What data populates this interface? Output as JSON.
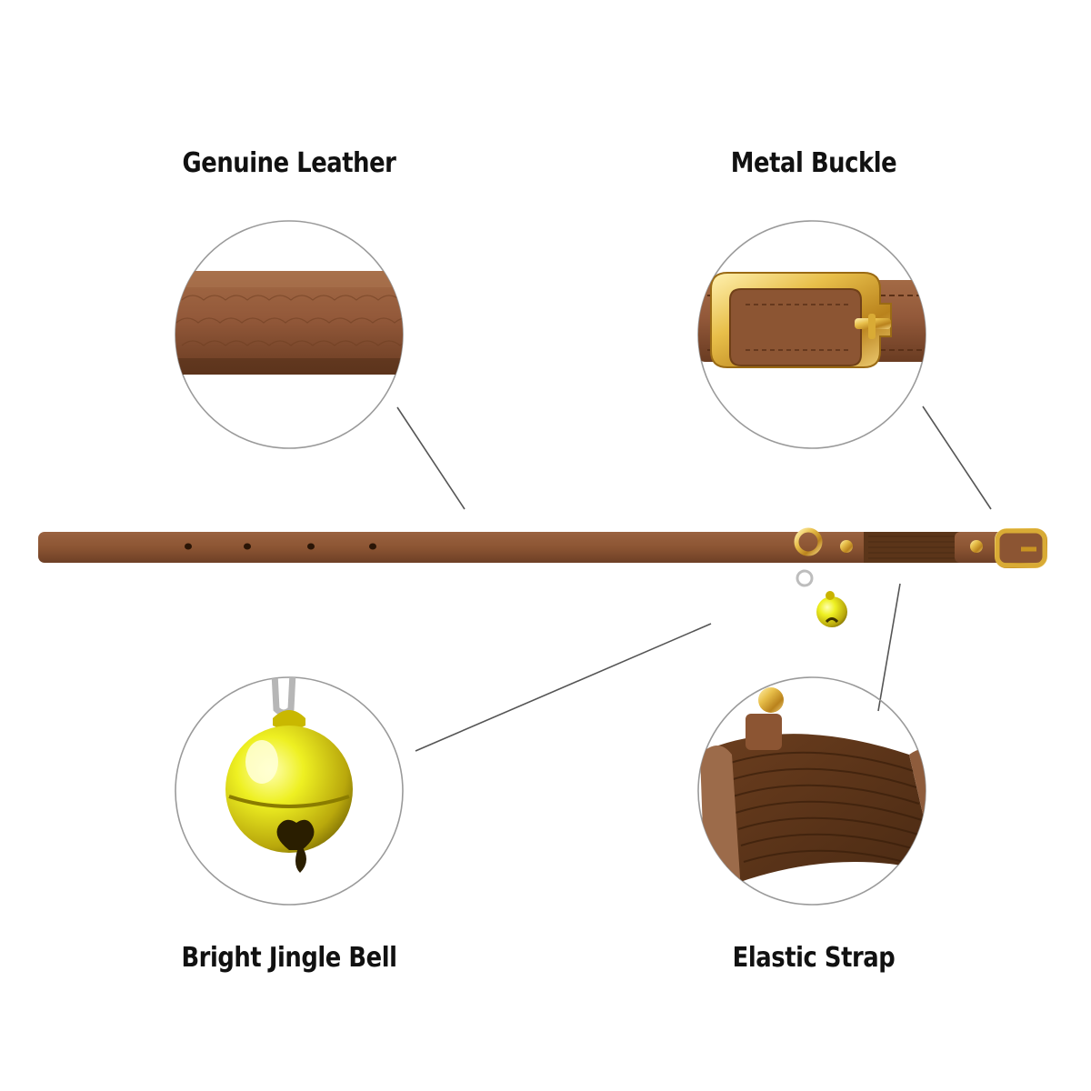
{
  "features": {
    "leather": {
      "label": "Genuine Leather"
    },
    "buckle": {
      "label": "Metal Buckle"
    },
    "bell": {
      "label": "Bright Jingle Bell"
    },
    "strap": {
      "label": "Elastic Strap"
    }
  },
  "colors": {
    "leather": "#8c5533",
    "leather_dark": "#6b3d22",
    "elastic": "#5a3319",
    "gold": "#e0b43a",
    "bell_yellow": "#e9e21a",
    "circle_stroke": "#9a9a9a",
    "text": "#111111"
  },
  "icons": {
    "collar": "cat-collar-illustration",
    "bell": "jingle-bell-icon",
    "buckle": "buckle-icon"
  }
}
